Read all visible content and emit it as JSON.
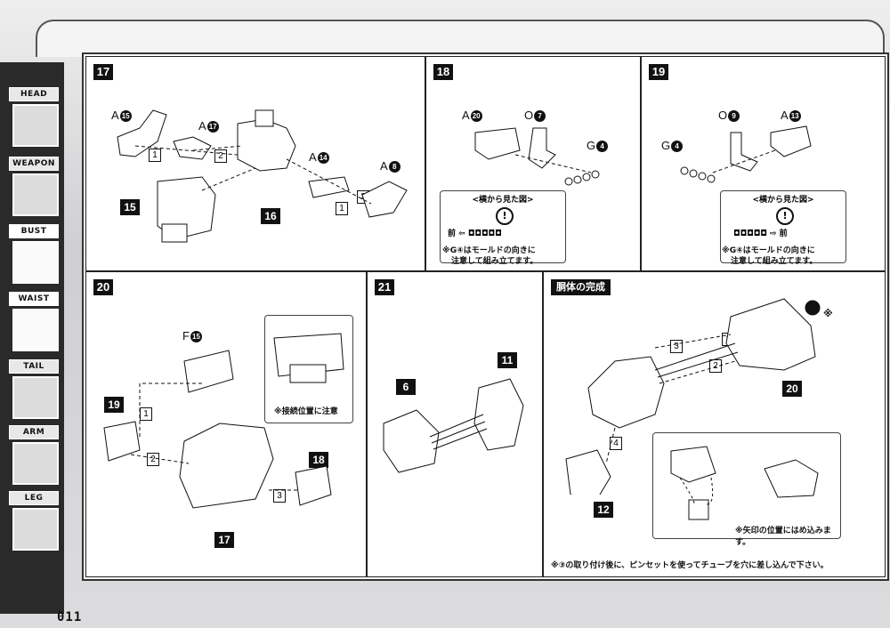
{
  "sidebar": {
    "tabs": [
      {
        "label": "HEAD",
        "icon": "head-part-icon"
      },
      {
        "label": "WEAPON",
        "icon": "weapon-part-icon"
      },
      {
        "label": "BUST",
        "icon": "bust-part-icon",
        "active": true
      },
      {
        "label": "WAIST",
        "icon": "waist-part-icon",
        "active": true
      },
      {
        "label": "TAIL",
        "icon": "tail-part-icon"
      },
      {
        "label": "ARM",
        "icon": "arm-part-icon"
      },
      {
        "label": "LEG",
        "icon": "leg-part-icon"
      }
    ]
  },
  "page_number": "011",
  "steps": {
    "s17": {
      "number": "17",
      "labels": [
        "A",
        "A",
        "A",
        "A"
      ],
      "label_parts": [
        "15",
        "17",
        "14",
        "8"
      ],
      "callouts": [
        "15",
        "16"
      ],
      "seq": [
        "1",
        "2",
        "2",
        "1"
      ]
    },
    "s18": {
      "number": "18",
      "labels": [
        "A",
        "O",
        "G"
      ],
      "label_parts": [
        "20",
        "7",
        "4"
      ],
      "inset_title": "<横から見た図>",
      "inset_front": "前",
      "inset_mark": "!",
      "note_line1": "※G④はモールドの向きに",
      "note_line2": "注意して組み立てます。"
    },
    "s19": {
      "number": "19",
      "labels": [
        "O",
        "A",
        "G"
      ],
      "label_parts": [
        "9",
        "13",
        "4"
      ],
      "inset_title": "<横から見た図>",
      "inset_front": "前",
      "inset_mark": "!",
      "note_line1": "※G④はモールドの向きに",
      "note_line2": "注意して組み立てます。"
    },
    "s20": {
      "number": "20",
      "labels": [
        "F"
      ],
      "label_parts": [
        "15"
      ],
      "callouts": [
        "19",
        "18",
        "17"
      ],
      "seq": [
        "1",
        "2",
        "3"
      ],
      "inset_note": "※接続位置に注意"
    },
    "s21": {
      "number": "21",
      "callouts": [
        "6",
        "11"
      ]
    },
    "complete": {
      "title": "胴体の完成",
      "callouts": [
        "20",
        "12"
      ],
      "seq": [
        "3",
        "1",
        "2",
        "4"
      ],
      "asterisk": "※",
      "inset_note": "※矢印の位置にはめ込みます。",
      "footer_note": "※③の取り付け後に、ピンセットを使ってチューブを穴に差し込んで下さい。"
    }
  }
}
